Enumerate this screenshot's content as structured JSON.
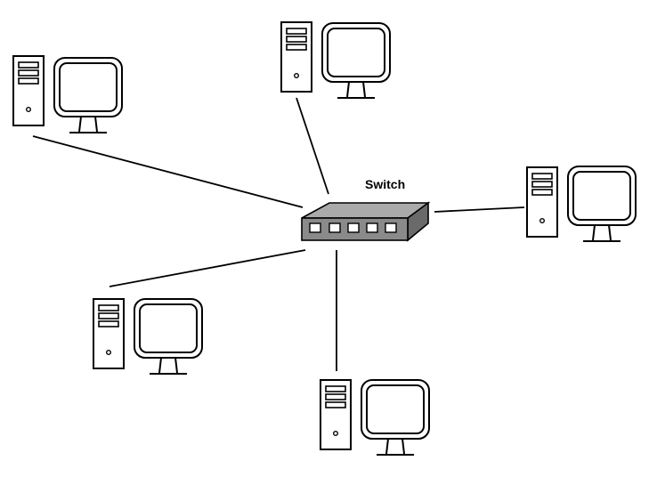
{
  "diagram": {
    "switch": {
      "label": "Switch"
    },
    "computers": [
      {
        "id": "pc-top-left"
      },
      {
        "id": "pc-top-center"
      },
      {
        "id": "pc-right"
      },
      {
        "id": "pc-bottom-left"
      },
      {
        "id": "pc-bottom-center"
      }
    ]
  },
  "colors": {
    "stroke": "#000000",
    "switch_top": "#aaaaaa",
    "switch_front": "#8a8a8a",
    "switch_side": "#6a6a6a",
    "background": "#ffffff"
  }
}
